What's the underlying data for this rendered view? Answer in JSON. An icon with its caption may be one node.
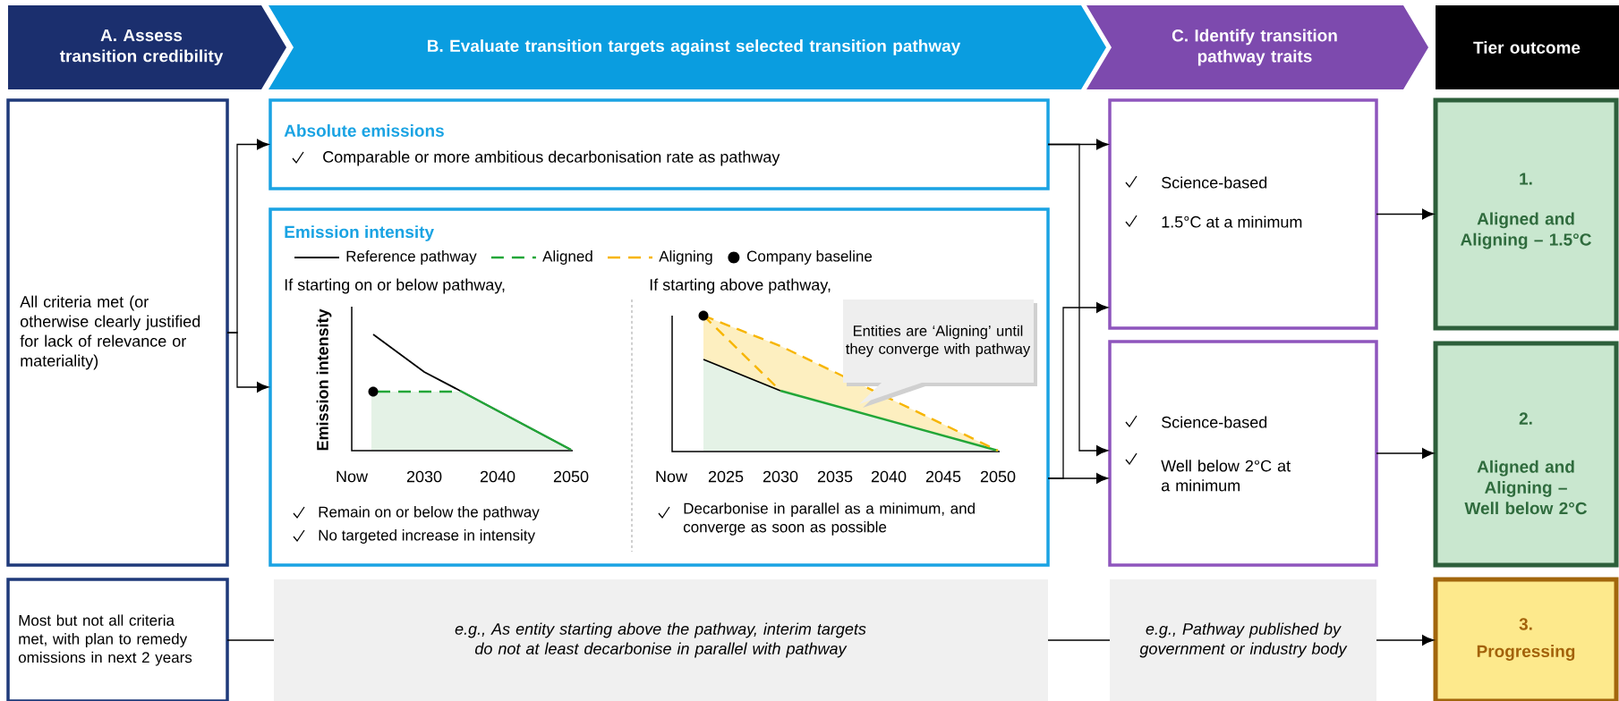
{
  "diagram": {
    "nodes": [
      {
        "text": [
          "A. Assess transition credibility"
        ]
      },
      {
        "text": [
          "B. Evaluate transition targets against selected transition pathway"
        ]
      },
      {
        "text": [
          "C. Identify transition pathway traits"
        ]
      },
      {
        "text": [
          "Tier outcome"
        ]
      },
      {
        "text": [
          "All criteria met (or otherwise clearly justified for lack of relevance or materiality)"
        ]
      },
      {
        "text": [
          "Absolute emissions",
          "Comparable or more ambitious decarbonisation rate as pathway"
        ]
      },
      {
        "text": [
          "Emission intensity"
        ]
      },
      {
        "text": [
          "Entities are ‘Aligning’ until they converge with pathway"
        ],
        "in": 6
      },
      {
        "text": [
          "Science-based",
          "1.5°C at a minimum"
        ]
      },
      {
        "text": [
          "1.",
          "Aligned and Aligning – 1.5°C"
        ]
      },
      {
        "text": [
          "Science-based",
          "Well below 2°C at a minimum"
        ]
      },
      {
        "text": [
          "2.",
          "Aligned and Aligning – Well below 2°C"
        ]
      },
      {
        "text": [
          "Most but not all criteria met, with plan to remedy omissions in next 2 years"
        ]
      },
      {
        "text": [
          "*e.g.*, As entity starting above the pathway, interim targets do not at least decarbonise in parallel with pathway"
        ]
      },
      {
        "text": [
          "*e.g.*, Pathway published by government or industry body"
        ]
      },
      {
        "text": [
          "3.",
          "Progressing"
        ]
      }
    ],
    "edges": [
      {
        "from": 4,
        "to": 5,
        "arrow": "to"
      },
      {
        "from": 4,
        "to": 6,
        "arrow": "to"
      },
      {
        "from": 5,
        "to": 8,
        "arrow": "to"
      },
      {
        "from": 5,
        "to": 10,
        "arrow": "to"
      },
      {
        "from": 6,
        "to": 8,
        "arrow": "to"
      },
      {
        "from": 6,
        "to": 10,
        "arrow": "to"
      },
      {
        "from": 8,
        "to": 9,
        "arrow": "to"
      },
      {
        "from": 10,
        "to": 11,
        "arrow": "to"
      },
      {
        "from": 12,
        "to": 13,
        "arrow": "none"
      },
      {
        "from": 13,
        "to": 14,
        "arrow": "none"
      },
      {
        "from": 14,
        "to": 15,
        "arrow": "to"
      }
    ],
    "labels": [
      "If starting on or below pathway,",
      "If starting above pathway,",
      "Emission intensity",
      "Now",
      "2030",
      "2040",
      "2050",
      "Now",
      "2025",
      "2030",
      "2035",
      "2040",
      "2045",
      "2050",
      "Remain on or below the pathway",
      "No targeted increase in intensity",
      "Decarbonise in parallel as a minimum, and converge as soon as possible"
    ],
    "legend": [
      {
        "text": "Reference pathway"
      },
      {
        "text": "Aligned"
      },
      {
        "text": "Aligning"
      },
      {
        "text": "Company baseline"
      }
    ]
  }
}
